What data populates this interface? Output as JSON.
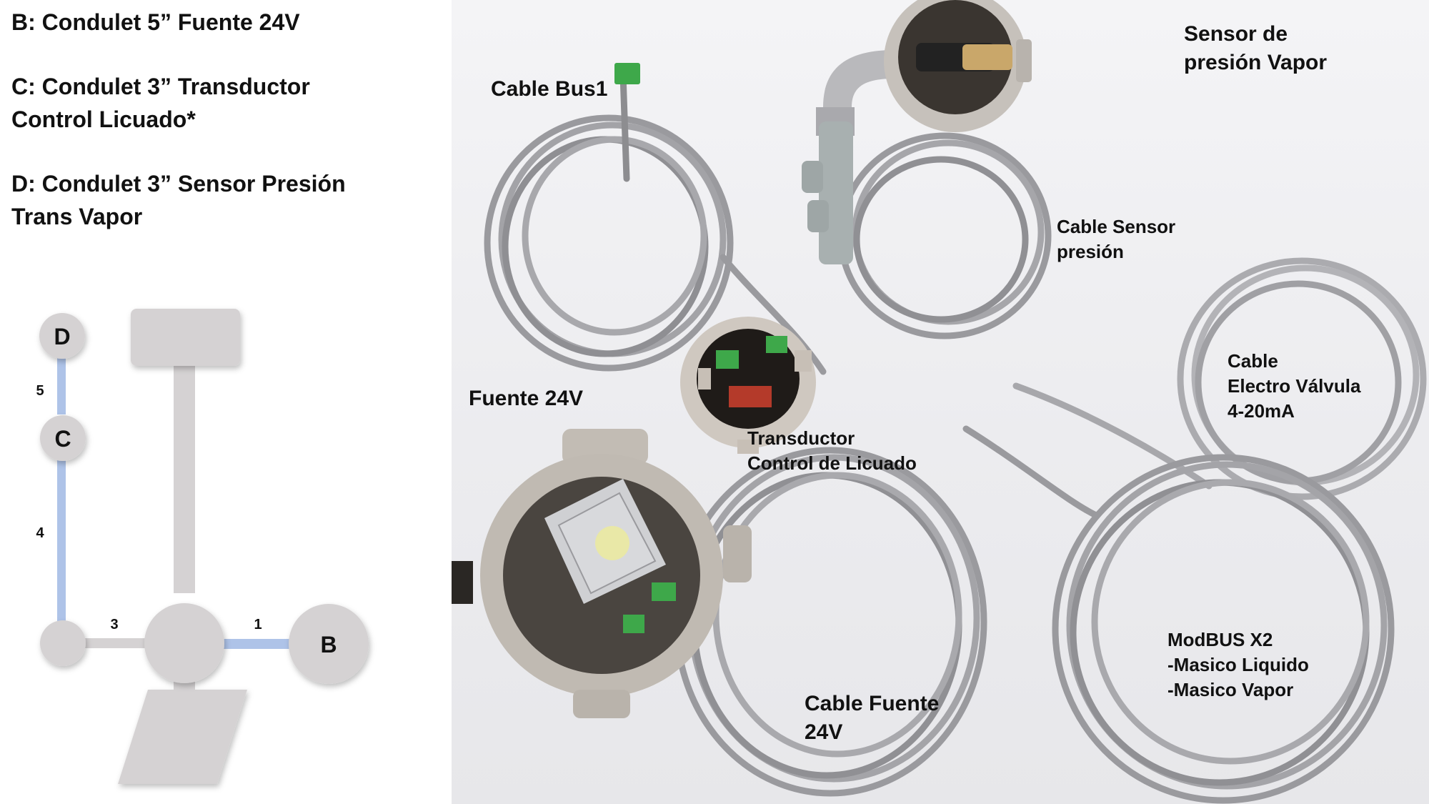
{
  "legend": {
    "line_b": "B: Condulet 5” Fuente 24V",
    "line_c1": "C: Condulet 3” Transductor",
    "line_c2": "Control Licuado*",
    "line_d1": "D: Condulet 3” Sensor Presión",
    "line_d2": "Trans Vapor"
  },
  "diagram": {
    "node_d": "D",
    "node_c": "C",
    "node_b": "B",
    "seg_5": "5",
    "seg_4": "4",
    "seg_3": "3",
    "seg_1": "1",
    "colors": {
      "node": "#d5d2d3",
      "pipe": "#d5d2d3",
      "cable": "#aec3e8"
    }
  },
  "photo": {
    "labels": {
      "cable_bus1": "Cable Bus1",
      "sensor_presion_vapor": "Sensor de\npresión Vapor",
      "cable_sensor_presion": "Cable Sensor\npresión",
      "cable_electro_valvula": "Cable\nElectro Válvula\n4-20mA",
      "fuente_24v": "Fuente 24V",
      "transductor": "Transductor\nControl de Licuado",
      "modbus": "ModBUS X2\n-Masico Liquido\n-Masico Vapor",
      "cable_fuente_24v": "Cable Fuente\n24V"
    }
  }
}
